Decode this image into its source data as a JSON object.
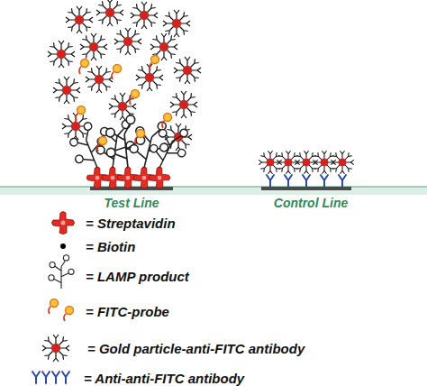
{
  "diagram": {
    "labels": [
      "Test Line",
      "Control Line"
    ],
    "legend": [
      {
        "text": "= Streptavidin"
      },
      {
        "text": "= Biotin"
      },
      {
        "text": "= LAMP product"
      },
      {
        "text": "= FITC-probe"
      },
      {
        "text": "= Gold particle-anti-FITC antibody"
      },
      {
        "text": "= Anti-anti-FITC antibody"
      }
    ]
  }
}
